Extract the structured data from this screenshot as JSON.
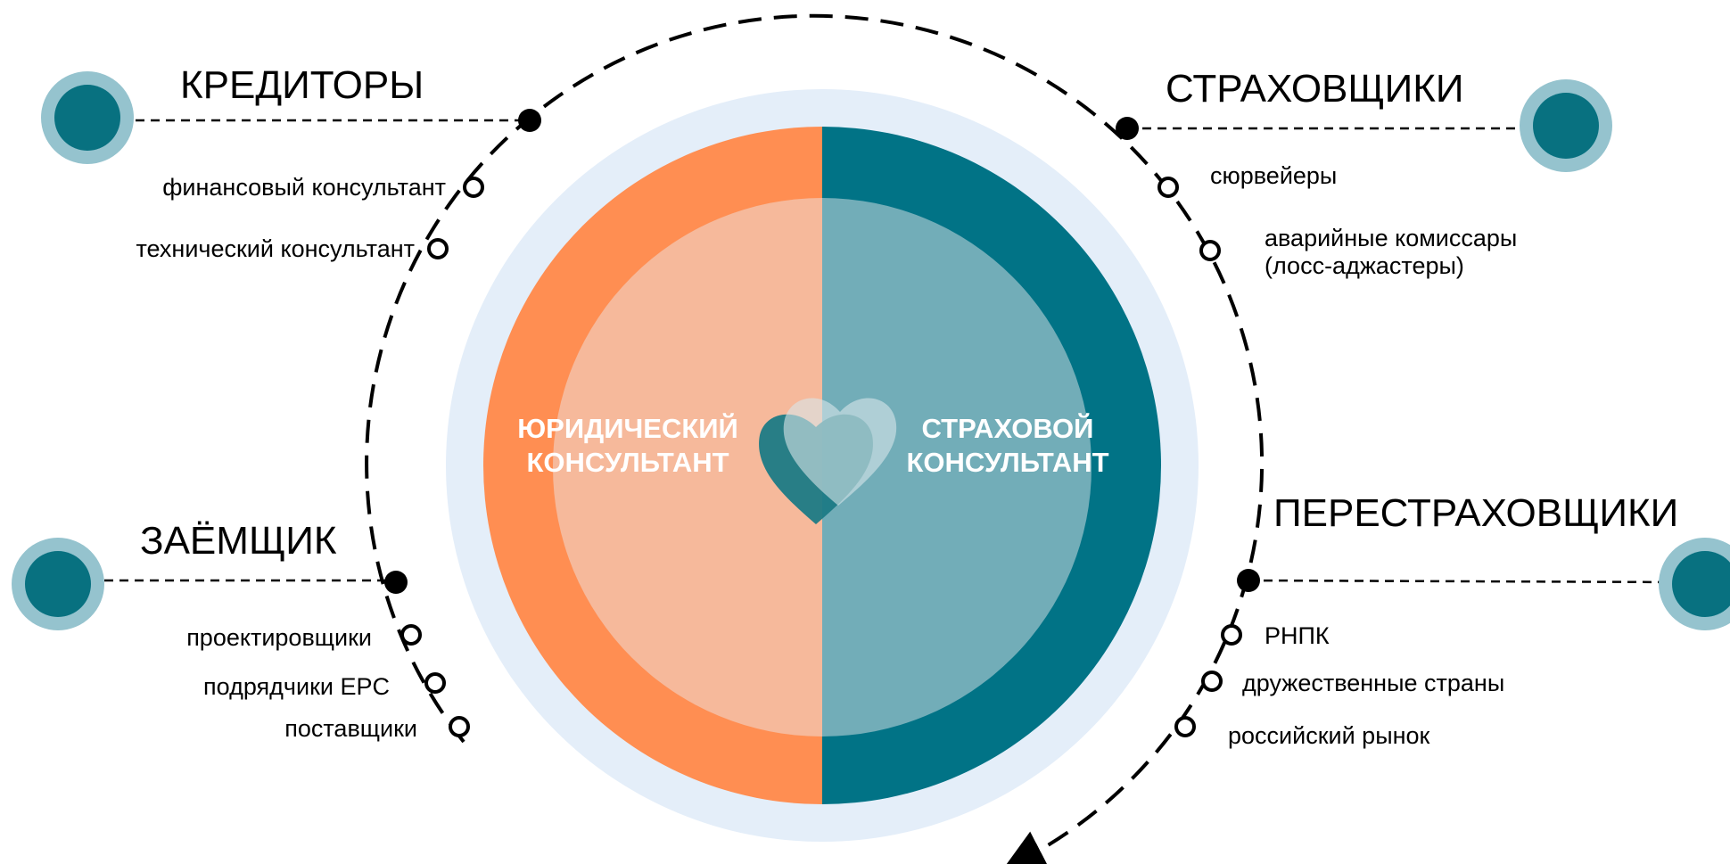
{
  "groups": {
    "creditors": {
      "title": "КРЕДИТОРЫ",
      "items": [
        "финансовый консультант",
        "технический консультант"
      ]
    },
    "borrower": {
      "title": "ЗАЁМЩИК",
      "items": [
        "проектировщики",
        "подрядчики EPC",
        "поставщики"
      ]
    },
    "insurers": {
      "title": "СТРАХОВЩИКИ",
      "items": [
        "сюрвейеры",
        "аварийные комиссары",
        "(лосс-аджастеры)"
      ]
    },
    "reinsurers": {
      "title": "ПЕРЕСТРАХОВЩИКИ",
      "items": [
        "РНПК",
        "дружественные страны",
        "российский рынок"
      ]
    }
  },
  "center": {
    "left": {
      "line1": "ЮРИДИЧЕСКИЙ",
      "line2": "КОНСУЛЬТАНТ"
    },
    "right": {
      "line1": "СТРАХОВОЙ",
      "line2": "КОНСУЛЬТАНТ"
    },
    "icon": "hearts-icon"
  },
  "colors": {
    "orange": "#FF8E52",
    "orange_light": "#F6B99B",
    "teal": "#017386",
    "teal_light": "#72ADB8",
    "halo": "#E4EEF9",
    "node_outer": "#95C3CE",
    "node_inner": "#087180"
  }
}
